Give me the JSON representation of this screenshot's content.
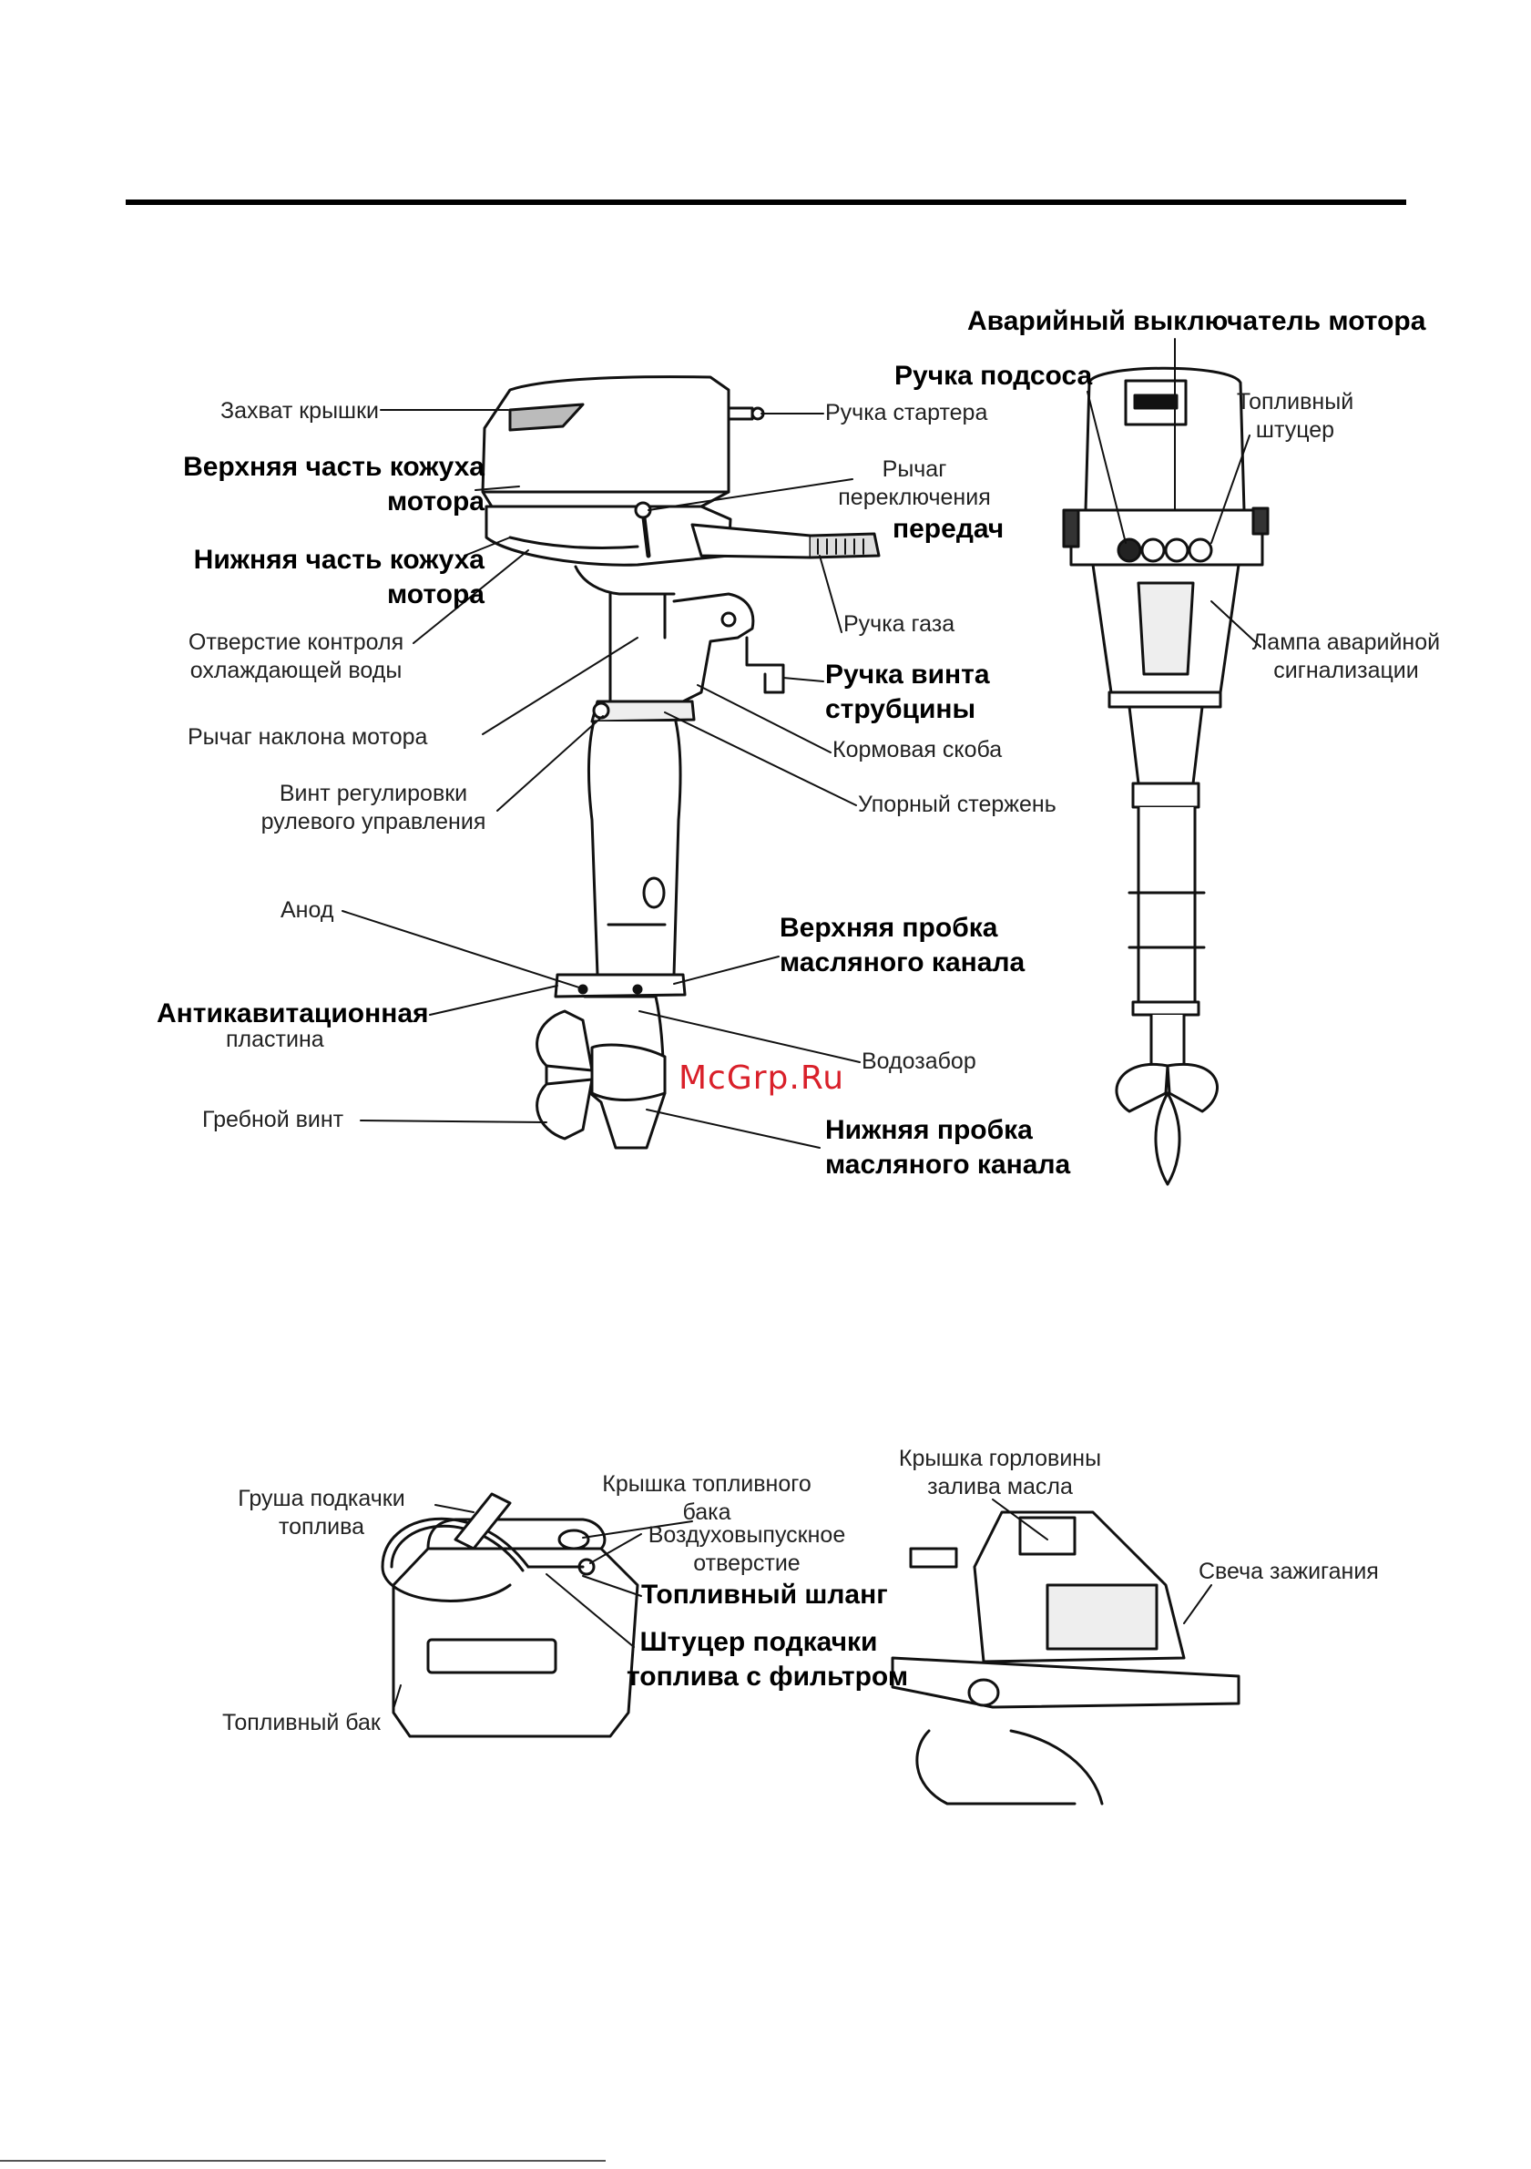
{
  "side_view": {
    "hood_latch": "Захват крышки",
    "upper_cowl": "Верхняя часть кожуха\nмотора",
    "lower_cowl": "Нижняя часть кожуха\nмотора",
    "cooling_hole": "Отверстие контроля\nохлаждающей воды",
    "tilt_lever": "Рычаг наклона мотора",
    "steering_screw": "Винт регулировки\nрулевого управления",
    "anode": "Анод",
    "anticavitation": "Антикавитационная",
    "anticavitation_2": "пластина",
    "propeller": "Гребной винт",
    "starter_handle": "Ручка стартера",
    "gear_lever": "Рычаг\nпереключения",
    "gear_lever_2": "передач",
    "throttle": "Ручка газа",
    "clamp_screw": "Ручка винта\nструбцины",
    "stern_bracket": "Кормовая скоба",
    "thrust_rod": "Упорный стержень",
    "upper_plug": "Верхняя пробка\nмасляного канала",
    "water_intake": "Водозабор",
    "lower_plug": "Нижняя пробка\nмасляного канала"
  },
  "front_view": {
    "stop_switch": "Аварийный выключатель мотора",
    "choke": "Ручка подсоса",
    "fuel_connector": "Топливный\nштуцер",
    "warning_lamp": "Лампа аварийной\nсигнализации"
  },
  "fuel_tank": {
    "primer_bulb": "Груша подкачки\nтоплива",
    "tank_cap": "Крышка топливного\nбака",
    "air_vent": "Воздуховыпускное\nотверстие",
    "fuel_hose": "Топливный шланг",
    "primer_fitting": "Штуцер подкачки\nтоплива с фильтром",
    "tank": "Топливный бак"
  },
  "engine_top": {
    "oil_cap": "Крышка горловины\nзалива масла",
    "spark_plug": "Свеча зажигания"
  },
  "watermark": "McGrp.Ru"
}
